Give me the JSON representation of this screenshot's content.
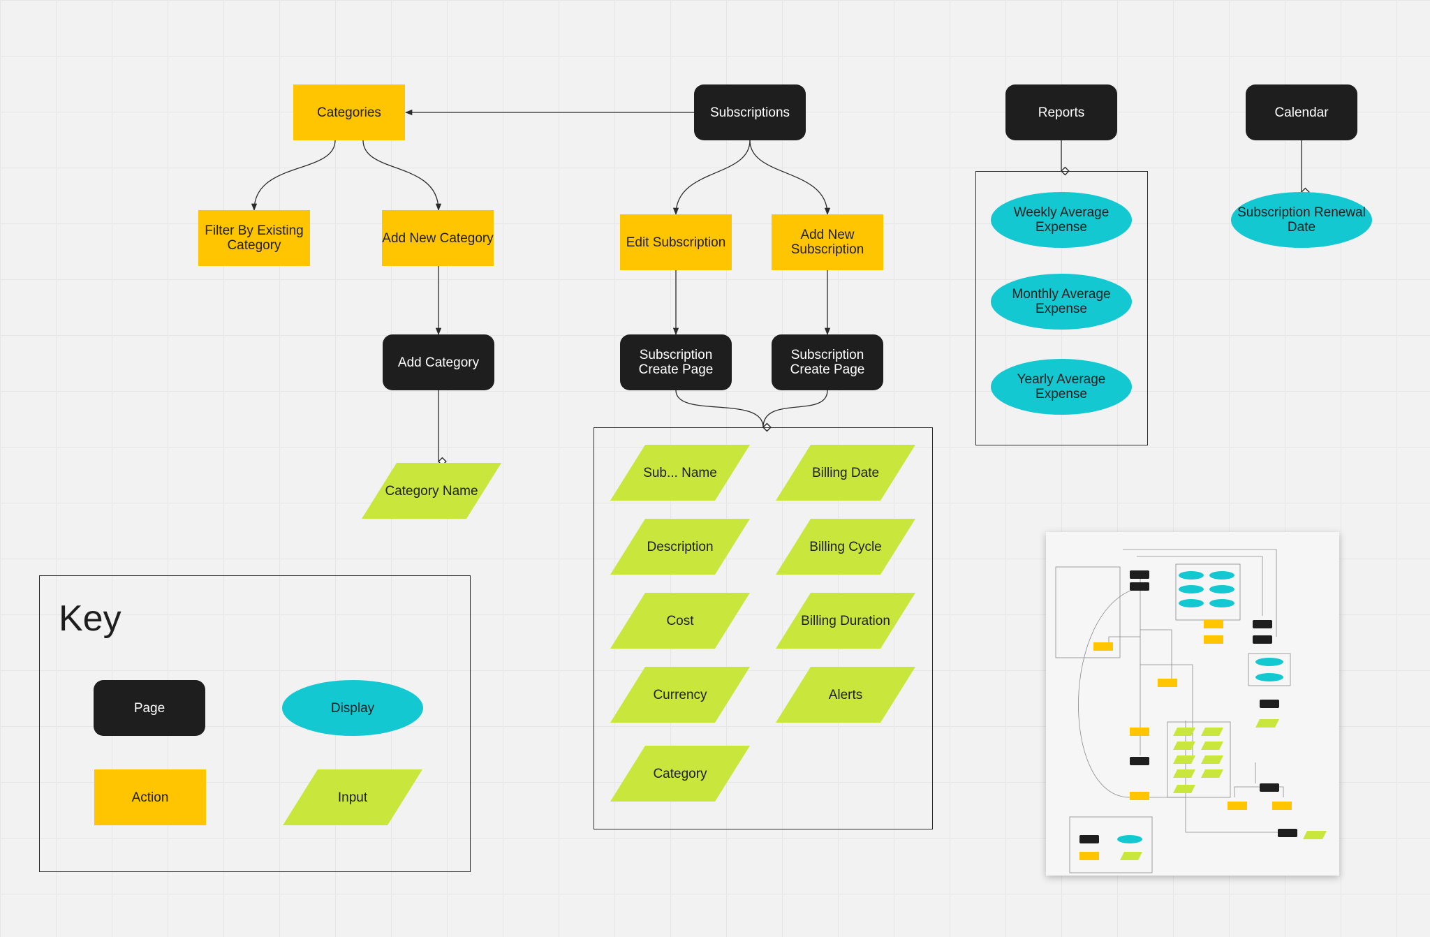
{
  "nodes": {
    "categories": "Categories",
    "subscriptions": "Subscriptions",
    "reports": "Reports",
    "calendar": "Calendar",
    "filter_by_existing_category": "Filter By Existing Category",
    "add_new_category": "Add New Category",
    "edit_subscription": "Edit Subscription",
    "add_new_subscription": "Add New Subscription",
    "add_category": "Add Category",
    "subscription_create_page_left": "Subscription Create Page",
    "subscription_create_page_right": "Subscription Create Page",
    "category_name": "Category Name",
    "weekly_average_expense": "Weekly Average Expense",
    "monthly_average_expense": "Monthly Average Expense",
    "yearly_average_expense": "Yearly Average Expense",
    "subscription_renewal_date": "Subscription Renewal Date"
  },
  "form_fields": {
    "sub_name": "Sub... Name",
    "billing_date": "Billing Date",
    "description": "Description",
    "billing_cycle": "Billing Cycle",
    "cost": "Cost",
    "billing_duration": "Billing Duration",
    "currency": "Currency",
    "alerts": "Alerts",
    "category": "Category"
  },
  "key": {
    "title": "Key",
    "page": "Page",
    "display": "Display",
    "action": "Action",
    "input": "Input"
  },
  "colors": {
    "page": "#1e1e1e",
    "action": "#ffc500",
    "display": "#14c8d2",
    "input": "#c8e63c"
  }
}
